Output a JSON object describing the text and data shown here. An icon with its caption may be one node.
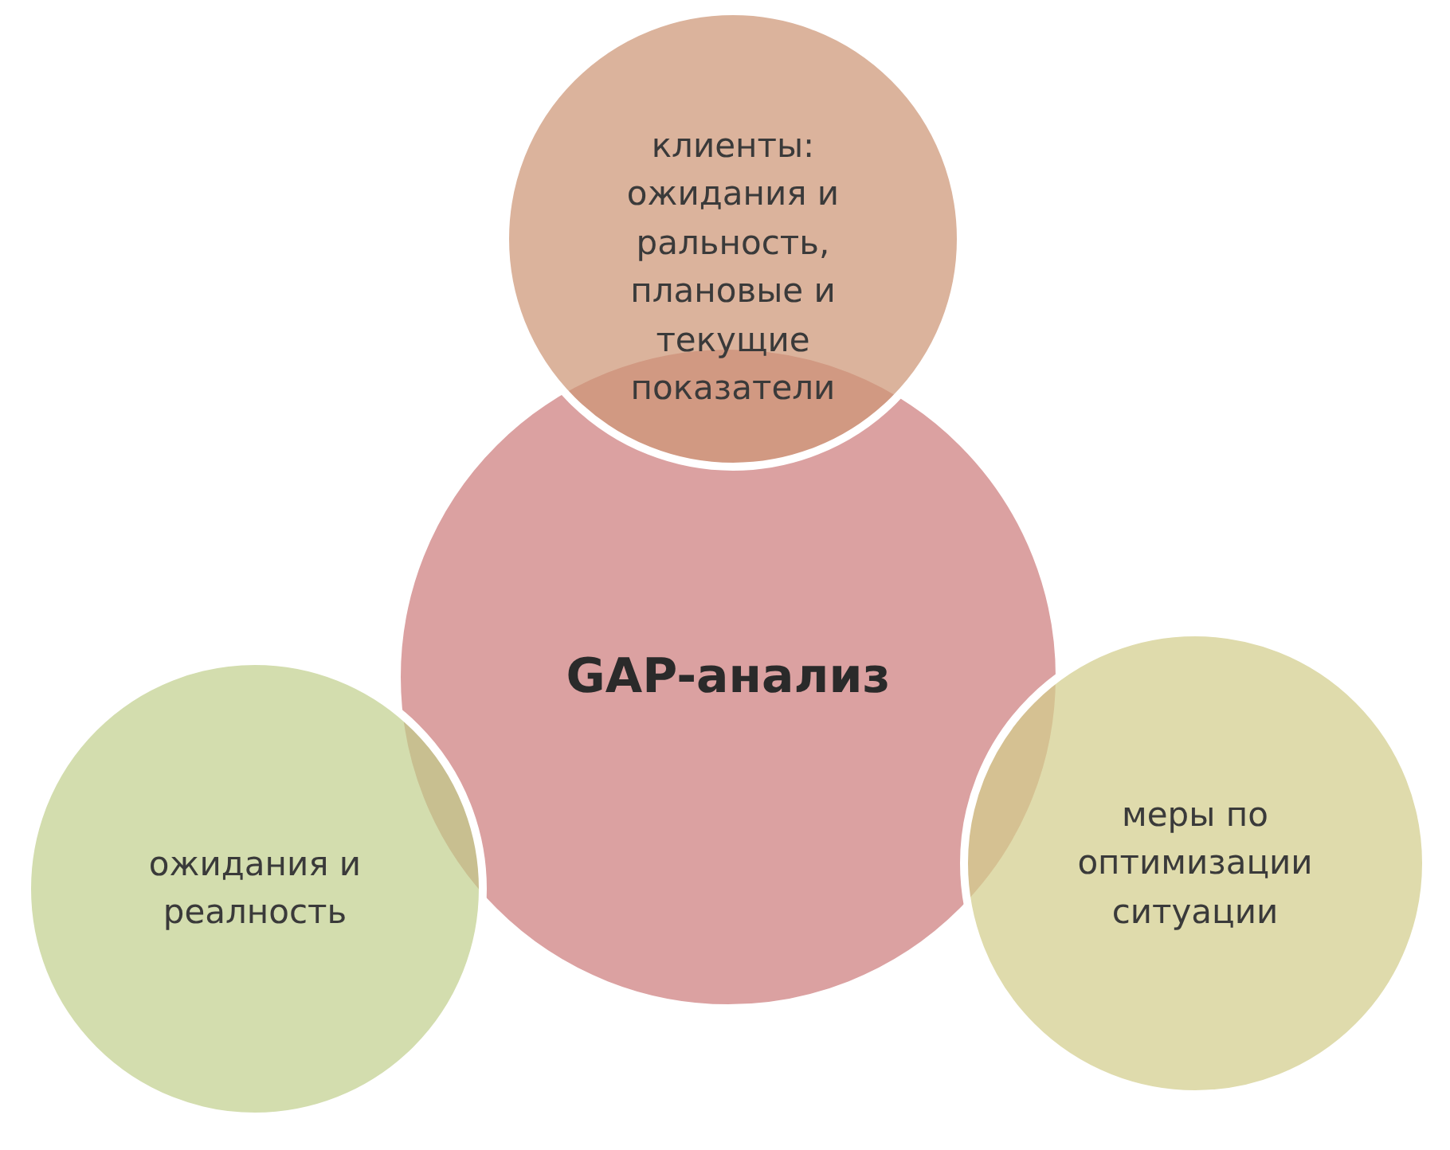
{
  "diagram": {
    "nodes": [
      {
        "text": [
          "GAP-анализ"
        ]
      },
      {
        "text": [
          "клиенты: ожидания и ральность, плановые и текущие показатели"
        ]
      },
      {
        "text": [
          "ожидания и реалность"
        ]
      },
      {
        "text": [
          "меры по оптимизации ситуации"
        ]
      }
    ]
  }
}
